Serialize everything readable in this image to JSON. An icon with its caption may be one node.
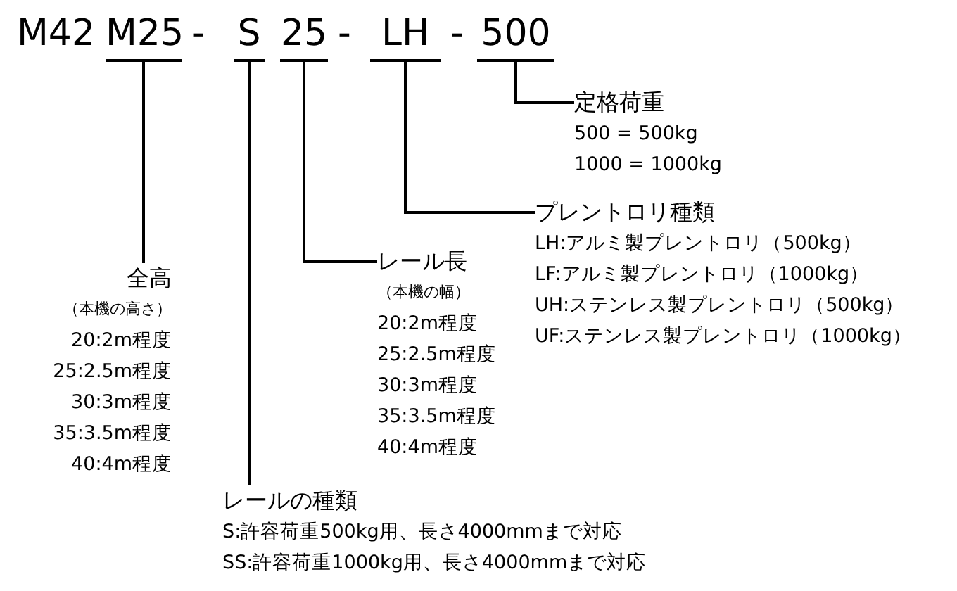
{
  "diagram": {
    "nodes": [
      {
        "text": [
          "M25"
        ]
      },
      {
        "text": [
          "S"
        ]
      },
      {
        "text": [
          "25"
        ]
      },
      {
        "text": [
          "LH"
        ]
      },
      {
        "text": [
          "500"
        ]
      },
      {
        "text": [
          "定格荷重",
          "500 = 500kg",
          "1000 = 1000kg"
        ]
      },
      {
        "text": [
          "プレントロリ種類",
          "LH:アルミ製プレントロリ（500kg）",
          "LF:アルミ製プレントロリ（1000kg）",
          "UH:ステンレス製プレントロリ（500kg）",
          "UF:ステンレス製プレントロリ（1000kg）"
        ]
      },
      {
        "text": [
          "全高",
          "（本機の高さ）",
          "20:2m程度",
          "25:2.5m程度",
          "30:3m程度",
          "35:3.5m程度",
          "40:4m程度"
        ]
      },
      {
        "text": [
          "レール長",
          "（本機の幅）",
          "20:2m程度",
          "25:2.5m程度",
          "30:3m程度",
          "35:3.5m程度",
          "40:4m程度"
        ]
      },
      {
        "text": [
          "レールの種類",
          "S:許容荷重500kg用、長さ4000mmまで対応",
          "SS:許容荷重1000kg用、長さ4000mmまで対応"
        ]
      }
    ],
    "edges": [
      {
        "from": 4,
        "to": 5,
        "arrow": "none"
      },
      {
        "from": 3,
        "to": 6,
        "arrow": "none"
      },
      {
        "from": 0,
        "to": 7,
        "arrow": "none"
      },
      {
        "from": 2,
        "to": 8,
        "arrow": "none"
      },
      {
        "from": 1,
        "to": 9,
        "arrow": "none"
      }
    ],
    "labels": [
      "M42",
      "-",
      "-",
      "-"
    ]
  }
}
